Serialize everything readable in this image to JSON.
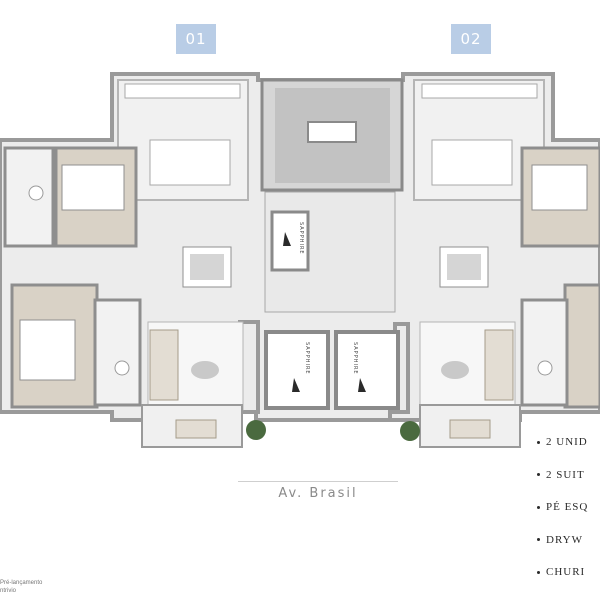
{
  "units": [
    {
      "label": "01"
    },
    {
      "label": "02"
    }
  ],
  "logos": {
    "brand": "SAPPHIRE"
  },
  "street": {
    "label": "Av. Brasil"
  },
  "features": [
    {
      "label": "2 UNID"
    },
    {
      "label": "2 SUIT"
    },
    {
      "label": "PÉ ESQ"
    },
    {
      "label": "DRYW"
    },
    {
      "label": "CHURI"
    }
  ],
  "disclaimer": {
    "line1": "Pré-lançamento",
    "line2": "ntrivio"
  },
  "colors": {
    "badge": "#b9cde6",
    "wall": "#9a9a9a",
    "floor": "#ececec",
    "wood": "#b0a491",
    "plant": "#4a6a3f"
  }
}
